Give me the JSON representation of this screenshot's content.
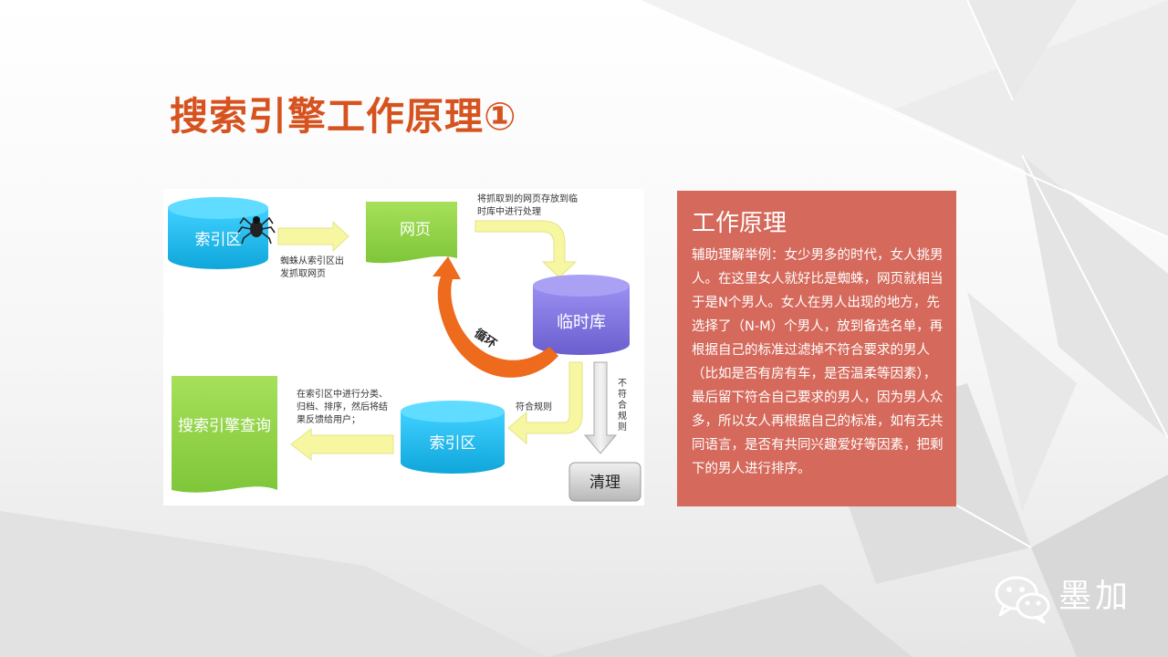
{
  "slide": {
    "title": "搜索引擎工作原理①"
  },
  "diagram": {
    "db_top_label": "索引区",
    "page_label": "网页",
    "temp_db_label": "临时库",
    "db_bottom_label": "索引区",
    "query_label": "搜索引擎查询",
    "clean_label": "清理",
    "cycle_label": "循环",
    "spider_note": [
      "蜘蛛从索引区出",
      "发抓取网页"
    ],
    "store_note": [
      "将抓取到的网页存放到临",
      "时库中进行处理"
    ],
    "index_note": [
      "在索引区中进行分类、",
      "归档、排序，然后将结",
      "果反馈给用户；"
    ],
    "match_label": "符合规则",
    "nomatch_label": "不符合规则"
  },
  "info": {
    "title": "工作原理",
    "body": "辅助理解举例：女少男多的时代，女人挑男人。在这里女人就好比是蜘蛛，网页就相当于是N个男人。女人在男人出现的地方，先选择了（N-M）个男人，放到备选名单，再根据自己的标准过滤掉不符合要求的男人（比如是否有房有车，是否温柔等因素），最后留下符合自己要求的男人，因为男人众多，所以女人再根据自己的标准，如有无共同语言，是否有共同兴趣爱好等因素，把剩下的男人进行排序。"
  },
  "brand": {
    "name": "墨加",
    "icon": "wechat-icon"
  },
  "colors": {
    "title": "#d6531f",
    "info_box": "#d5695b",
    "db_cyan": "#19b6e8",
    "page_green": "#8fd34a",
    "temp_db_purple": "#7b6fd6",
    "cycle_orange": "#ee6a1c",
    "arrow_yellow": "#f6f7a0"
  }
}
